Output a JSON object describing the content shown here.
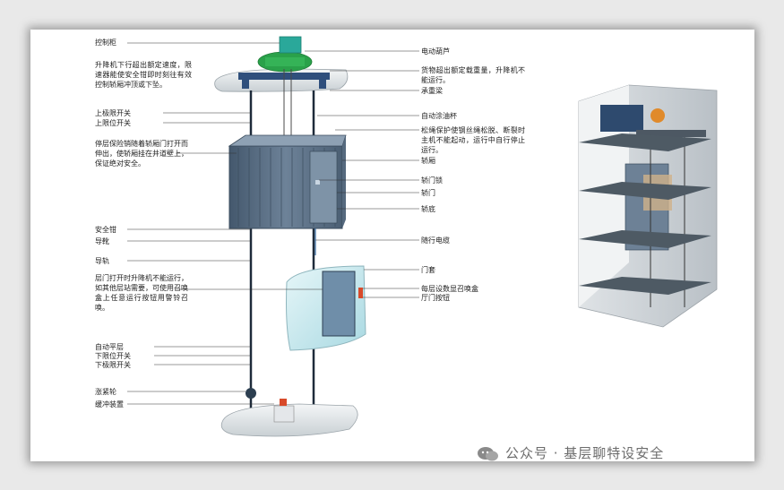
{
  "left_labels": {
    "control_cabinet": "控制柜",
    "overspeed_note": "升降机下行超出额定速度，限速器能使安全钳即时刻往有效控制轿厢冲顶或下坠。",
    "upper_limit_switch": "上极限开关",
    "upper_position_switch": "上限位开关",
    "door_interlock_note": "停层保险销随着轿厢门打开而伸出，使轿厢挂在井道壁上，保证绝对安全。",
    "safety_gear": "安全钳",
    "guide_shoe": "导靴",
    "guide_rail": "导轨",
    "landing_door_note": "层门打开时升降机不能运行，如其他层站需要，可使用召唤盒上任意运行按钮用警铃召唤。",
    "auto_leveling": "自动平层",
    "lower_position_switch": "下限位开关",
    "lower_limit_switch": "下极限开关",
    "tension_wheel": "涨紧轮",
    "buffer": "缓冲装置"
  },
  "right_labels": {
    "electric_hoist": "电动葫芦",
    "overload_note": "货物超出额定载重量，升降机不能运行。",
    "load_beam": "承重梁",
    "auto_oiler": "自动涂油杯",
    "slack_rope_note": "松绳保护使钢丝绳松脱、断裂时主机不能起动，运行中自行停止运行。",
    "car": "轿厢",
    "car_door_lock": "轿门锁",
    "car_door": "轿门",
    "car_floor": "轿底",
    "traveling_cable": "随行电缆",
    "door_frame": "门套",
    "floor_call_box": "每层设数显召唤盒",
    "landing_button": "厅门按钮"
  },
  "watermark": "公众号 · 基层聊特设安全",
  "colors": {
    "background": "#e9e9e9",
    "frame": "#ffffff",
    "car_body": "#5f7389",
    "hoist_green": "#2aa14a",
    "control_teal": "#2aa89a",
    "door_glass": "#bfe6ec",
    "call_box_red": "#d84a2a"
  }
}
